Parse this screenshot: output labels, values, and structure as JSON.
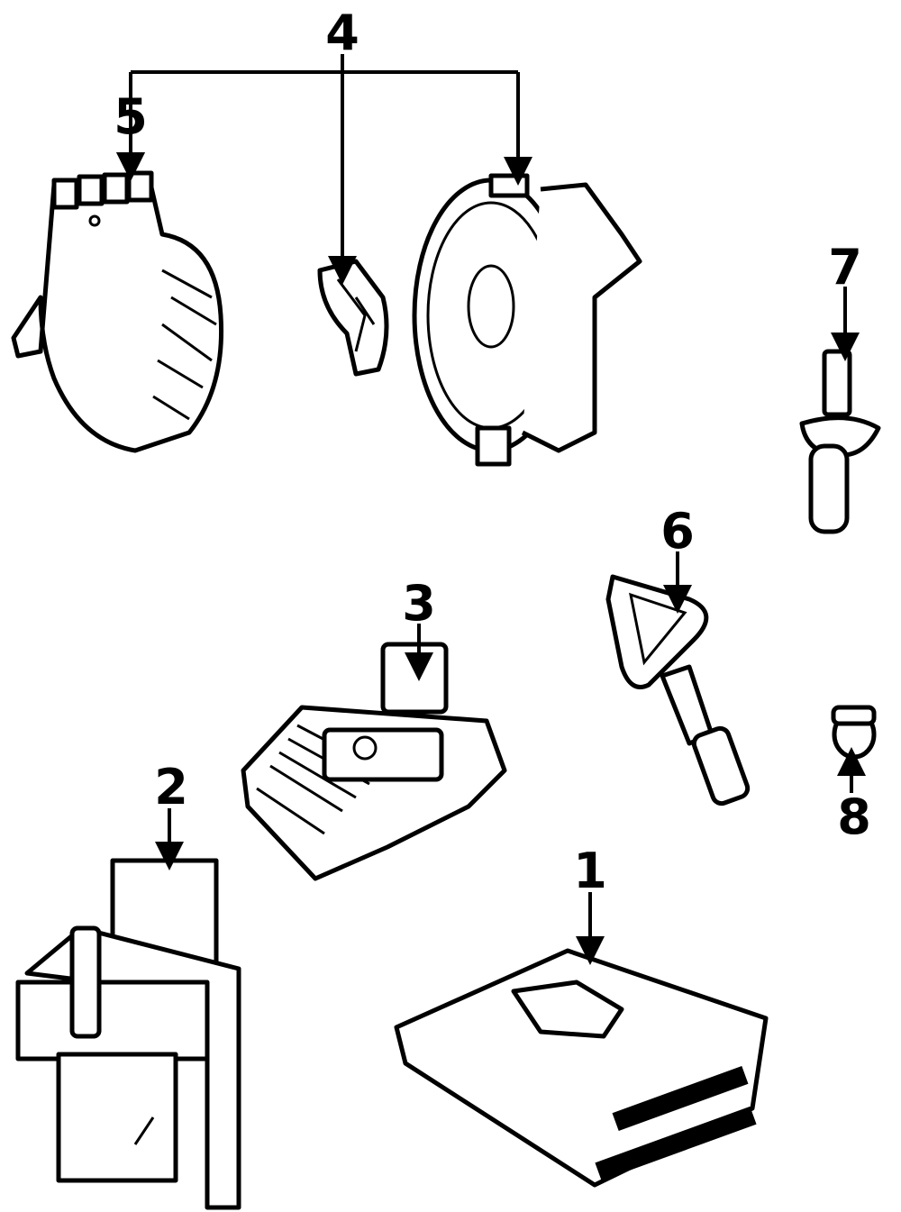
{
  "callouts": [
    {
      "number": "1",
      "part": "control-module"
    },
    {
      "number": "2",
      "part": "ignition-coil"
    },
    {
      "number": "3",
      "part": "ignition-module"
    },
    {
      "number": "4",
      "part": "rotor-and-distributor"
    },
    {
      "number": "5",
      "part": "distributor-cap"
    },
    {
      "number": "6",
      "part": "spark-plug-boot"
    },
    {
      "number": "7",
      "part": "sensor"
    },
    {
      "number": "8",
      "part": "switch"
    }
  ]
}
